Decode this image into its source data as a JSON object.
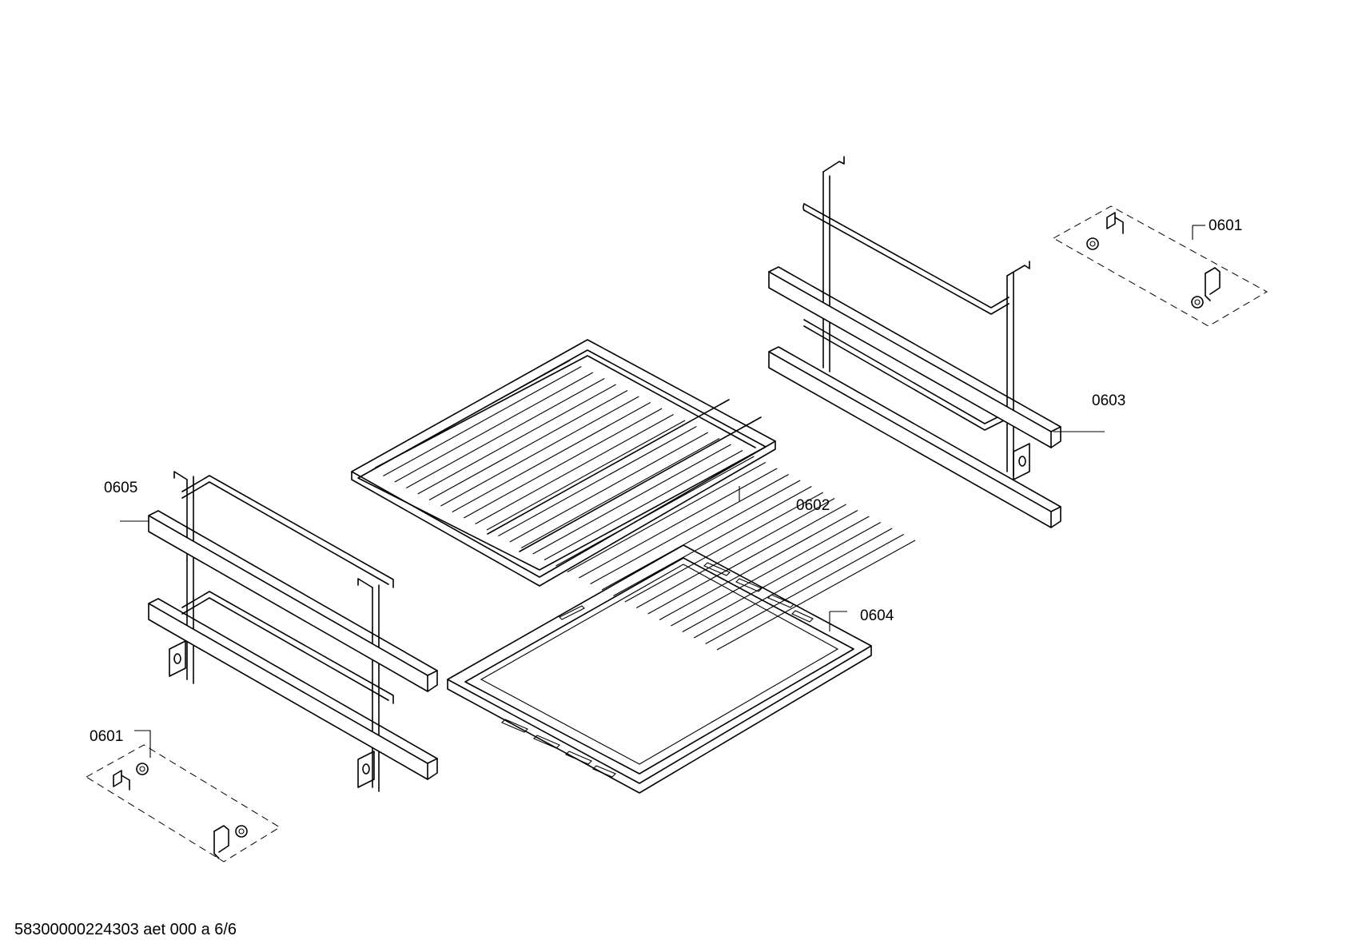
{
  "labels": {
    "top_right_clips": "0601",
    "wire_rack": "0602",
    "right_rail": "0603",
    "baking_tray": "0604",
    "left_rail": "0605",
    "bottom_left_clips": "0601"
  },
  "footer": {
    "drawing_id": "58300000224303 aet 000 a 6/6"
  }
}
